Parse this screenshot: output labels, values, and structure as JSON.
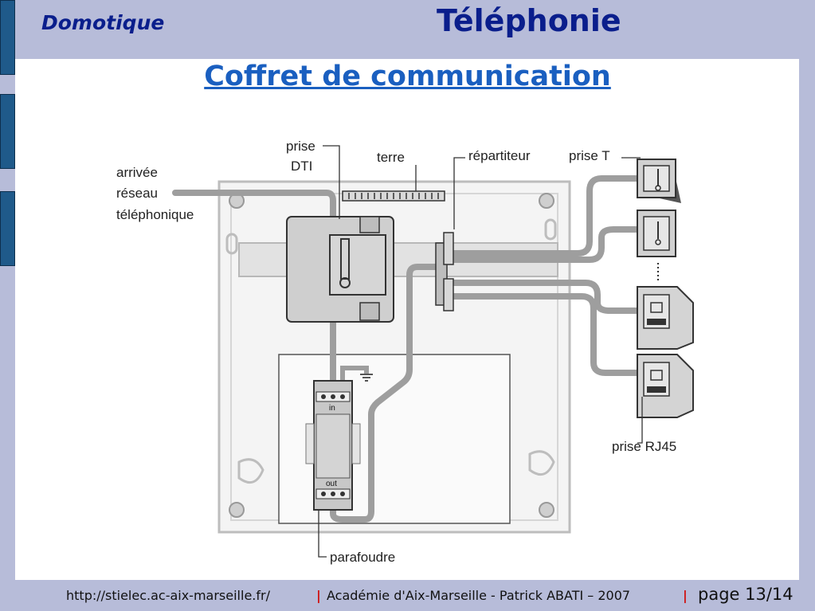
{
  "header": {
    "left_title": "Domotique",
    "right_title": "Téléphonie"
  },
  "slide": {
    "title": "Coffret de communication"
  },
  "diagram": {
    "labels": {
      "arrivee_1": "arrivée",
      "arrivee_2": "réseau",
      "arrivee_3": "téléphonique",
      "prise_dti_1": "prise",
      "prise_dti_2": "DTI",
      "terre": "terre",
      "repartiteur": "répartiteur",
      "prise_t": "prise T",
      "prise_rj45": "prise RJ45",
      "parafoudre": "parafoudre",
      "in": "in",
      "out": "out"
    }
  },
  "footer": {
    "url": "http://stielec.ac-aix-marseille.fr/",
    "separator": "|",
    "academy": "Académie d'Aix-Marseille - Patrick ABATI – 2007",
    "page": "page 13/14"
  },
  "colors": {
    "title_blue": "#1a5fc0",
    "header_blue": "#0a1e8c",
    "background": "#b7bcd9",
    "tab_blue": "#1f5a8a"
  }
}
